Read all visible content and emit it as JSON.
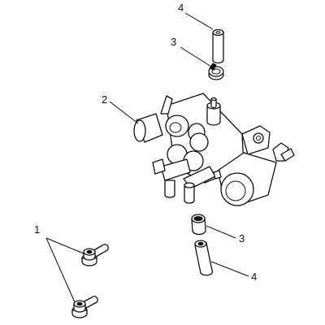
{
  "callouts": {
    "top_tube": "4",
    "top_clamp": "3",
    "carburetor": "2",
    "bolts": "1",
    "lower_clamp": "3",
    "lower_tube": "4"
  }
}
